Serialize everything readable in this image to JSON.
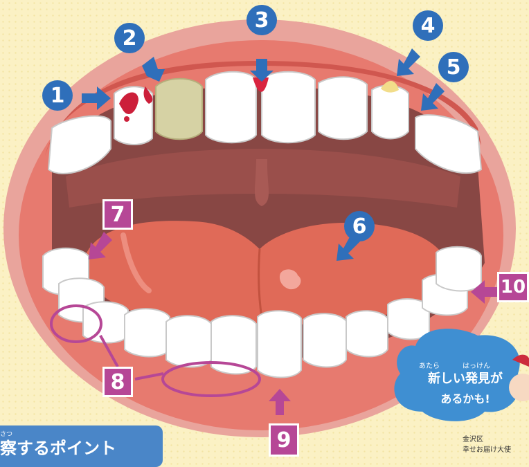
{
  "markers": [
    "1",
    "2",
    "3",
    "4",
    "5",
    "6",
    "7",
    "8",
    "9",
    "10"
  ],
  "speech_bubble": {
    "ruby_1": "あたら",
    "ruby_2": "はっけん",
    "line_1": "新しい発見が",
    "line_2": "あるかも!"
  },
  "panel": {
    "ruby": "さつ",
    "title": "察するポイント"
  },
  "credit": {
    "line_1": "金沢区",
    "line_2": "幸せお届け大使"
  },
  "colors": {
    "marker_blue": "#2f6fba",
    "marker_purple": "#b64796",
    "lip": "#e8786e",
    "tongue": "#e06a58",
    "mouth_inside": "#874744"
  }
}
